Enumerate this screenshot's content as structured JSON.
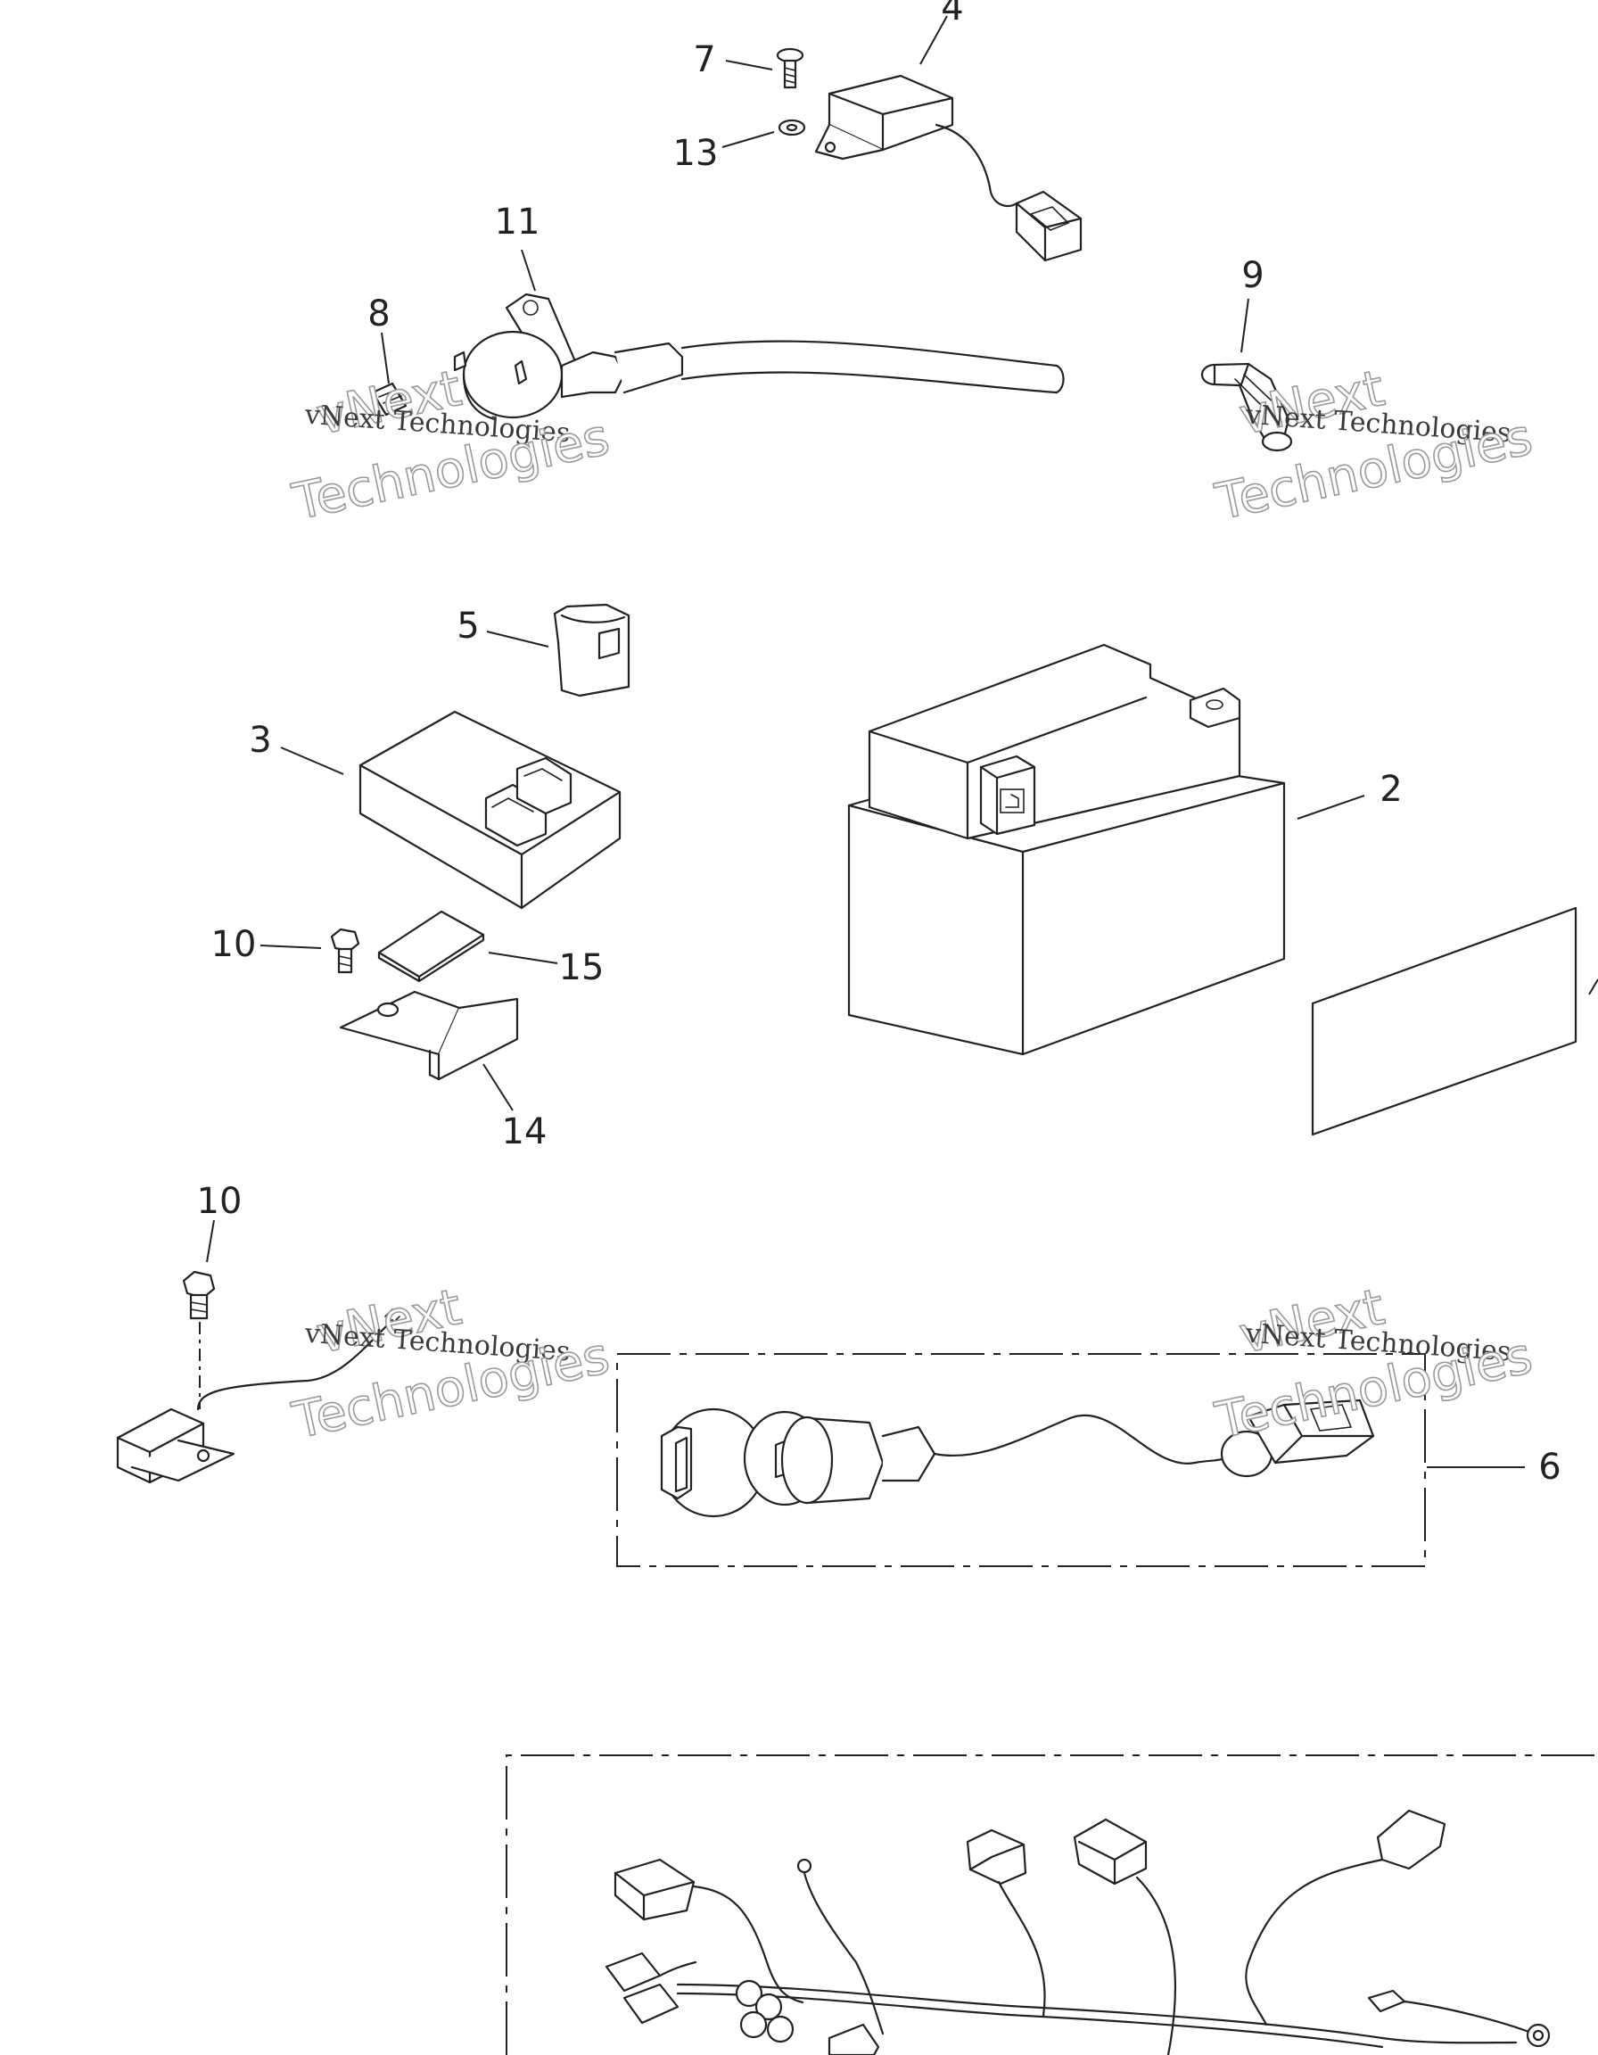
{
  "diagram": {
    "callouts": {
      "c2": "2",
      "c3": "3",
      "c4": "4",
      "c5": "5",
      "c6": "6",
      "c7": "7",
      "c8": "8",
      "c9": "9",
      "c10a": "10",
      "c10b": "10",
      "c11": "11",
      "c13": "13",
      "c14": "14",
      "c15": "15"
    },
    "watermark": {
      "small": "vNext Technologies",
      "big_line1": "vNext",
      "big_line2": "Technologies"
    }
  }
}
